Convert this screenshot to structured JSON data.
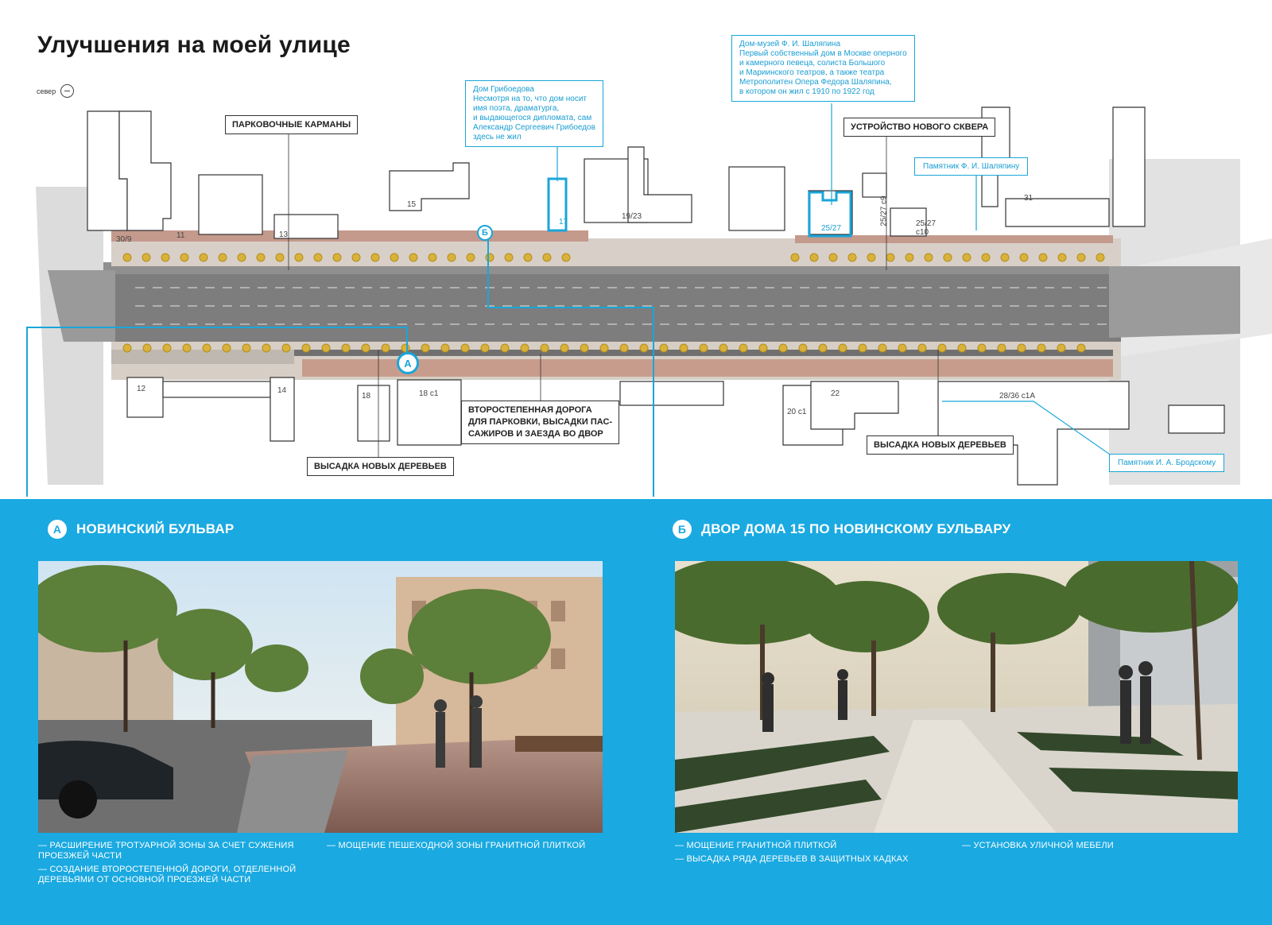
{
  "title": "Улучшения на моей улице",
  "north_label": "север",
  "colors": {
    "accent": "#1aa9e1",
    "road": "#8a8a8a",
    "building": "#ffffff",
    "paving": "#c9a294",
    "tree": "#d8b23a"
  },
  "labels": {
    "parking": "ПАРКОВОЧНЫЕ КАРМАНЫ",
    "new_square": "УСТРОЙСТВО НОВОГО СКВЕРА",
    "trees_left": "ВЫСАДКА НОВЫХ ДЕРЕВЬЕВ",
    "trees_right": "ВЫСАДКА НОВЫХ ДЕРЕВЬЕВ",
    "secondary_road": [
      "ВТОРОСТЕПЕННАЯ ДОРОГА",
      "ДЛЯ ПАРКОВКИ, ВЫСАДКИ ПАС-",
      "САЖИРОВ И ЗАЕЗДА ВО ДВОР"
    ]
  },
  "notes": {
    "griboedov": [
      "Дом Грибоедова",
      "Несмотря на то, что дом носит",
      "имя поэта, драматурга,",
      "и выдающегося дипломата, сам",
      "Александр Сергеевич Грибоедов",
      "здесь не жил"
    ],
    "chaliapin_house": [
      "Дом-музей Ф. И. Шаляпина",
      "Первый собственный дом в Москве оперного",
      "и камерного певеца, солиста Большого",
      "и Мариинского театров, а также театра",
      "Метрополитен Опера Федора Шаляпина,",
      "в котором он жил с 1910 по 1922 год"
    ],
    "chaliapin_monument": "Памятник Ф. И. Шаляпину",
    "brodsky_monument": "Памятник И. А. Бродскому"
  },
  "building_numbers": {
    "b30_9": "30/9",
    "b11": "11",
    "b13": "13",
    "b15": "15",
    "b17": "17",
    "b19_23": "19/23",
    "b25_27": "25/27",
    "b25_27_c9": "25/27 c9",
    "b25_27_c10": "25/27\nc10",
    "b31": "31",
    "b12": "12",
    "b14": "14",
    "b18": "18",
    "b18c1": "18 с1",
    "b20c1": "20 с1",
    "b22": "22",
    "b28_36": "28/36 с1А"
  },
  "markers": {
    "a": "А",
    "b": "Б"
  },
  "sections": [
    {
      "marker": "А",
      "heading": "НОВИНСКИЙ БУЛЬВАР",
      "bullets_col1": [
        "— РАСШИРЕНИЕ ТРОТУАРНОЙ ЗОНЫ ЗА СЧЕТ СУЖЕНИЯ ПРОЕЗЖЕЙ ЧАСТИ",
        "— СОЗДАНИЕ ВТОРОСТЕПЕННОЙ ДОРОГИ, ОТДЕЛЕННОЙ ДЕРЕВЬЯМИ ОТ ОСНОВНОЙ ПРОЕЗЖЕЙ ЧАСТИ"
      ],
      "bullets_col2": [
        "— МОЩЕНИЕ ПЕШЕХОДНОЙ ЗОНЫ ГРАНИТНОЙ ПЛИТКОЙ"
      ]
    },
    {
      "marker": "Б",
      "heading": "ДВОР ДОМА 15 ПО НОВИНСКОМУ БУЛЬВАРУ",
      "bullets_col1": [
        "— МОЩЕНИЕ ГРАНИТНОЙ ПЛИТКОЙ",
        "— ВЫСАДКА РЯДА ДЕРЕВЬЕВ В ЗАЩИТНЫХ КАДКАХ"
      ],
      "bullets_col2": [
        "— УСТАНОВКА УЛИЧНОЙ МЕБЕЛИ"
      ]
    }
  ]
}
